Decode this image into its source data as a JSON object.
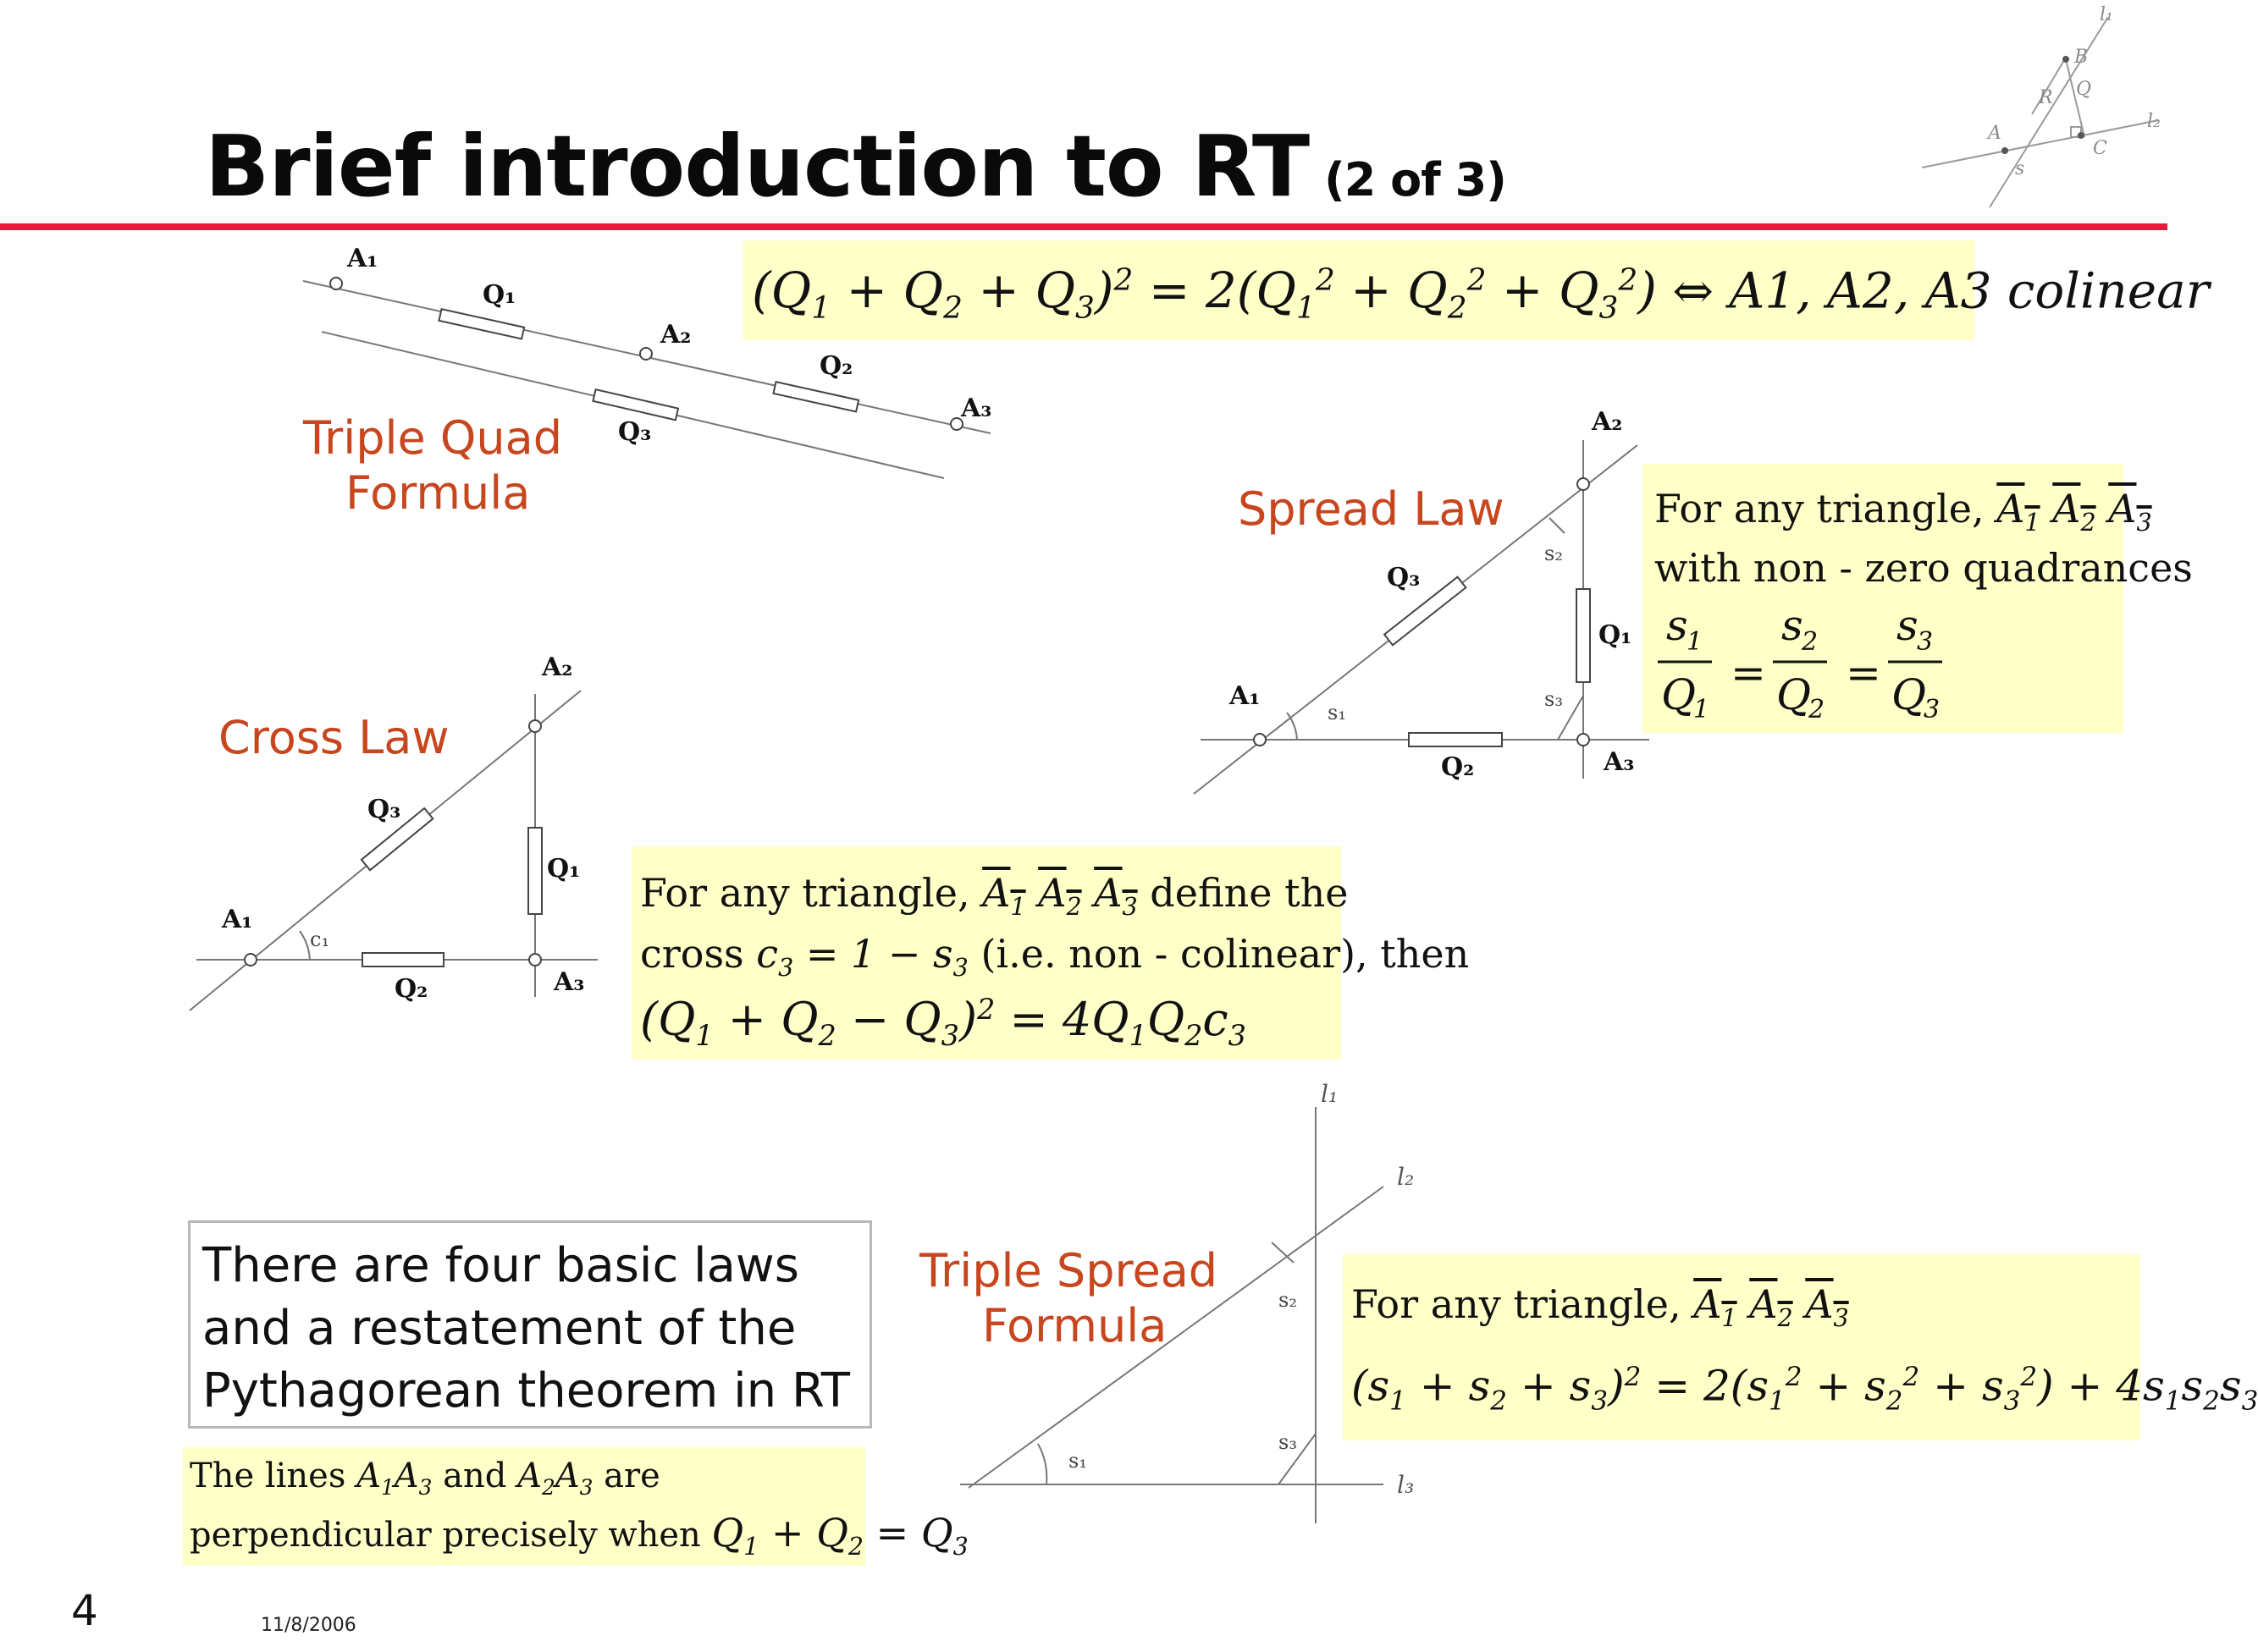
{
  "slide": {
    "title": "Brief introduction to RT",
    "title_sub": "(2 of 3)",
    "number": "4",
    "date": "11/8/2006"
  },
  "laws": {
    "triple_quad": {
      "label_line1": "Triple Quad",
      "label_line2": "Formula"
    },
    "spread": {
      "label": "Spread Law"
    },
    "cross": {
      "label": "Cross Law"
    },
    "triple_spread": {
      "label_line1": "Triple Spread",
      "label_line2": "Formula"
    }
  },
  "formulas": {
    "triple_quad_tail": "A1, A2, A3 colinear",
    "spread_intro": "For any triangle,",
    "spread_nonzero": "with non - zero quadrances",
    "cross_line1_a": "For any triangle,",
    "cross_line1_b": "define the",
    "cross_line2_a": "cross",
    "cross_line2_b": "i.e. non - colinear",
    "cross_line2_c": "then",
    "triple_spread_intro": "For any triangle,",
    "perp_a": "The lines",
    "perp_b": "and",
    "perp_c": "are",
    "perp_line2": "perpendicular precisely  when"
  },
  "note": {
    "line1": "There are four basic laws",
    "line2": "and a restatement of the",
    "line3": "Pythagorean theorem in RT"
  },
  "diagram_labels": {
    "A1": "A₁",
    "A2": "A₂",
    "A3": "A₃",
    "Q1": "Q₁",
    "Q2": "Q₂",
    "Q3": "Q₃",
    "s1": "s₁",
    "s2": "s₂",
    "s3": "s₃",
    "c1": "c₁",
    "l1": "l₁",
    "l2": "l₂",
    "l3": "l₃",
    "logo_B": "B",
    "logo_Q": "Q",
    "logo_R": "R",
    "logo_A": "A",
    "logo_C": "C",
    "logo_s": "s"
  },
  "colors": {
    "accent_red": "#e0203a",
    "label_orange": "#c8461e",
    "formula_bg": "#ffffc8"
  }
}
